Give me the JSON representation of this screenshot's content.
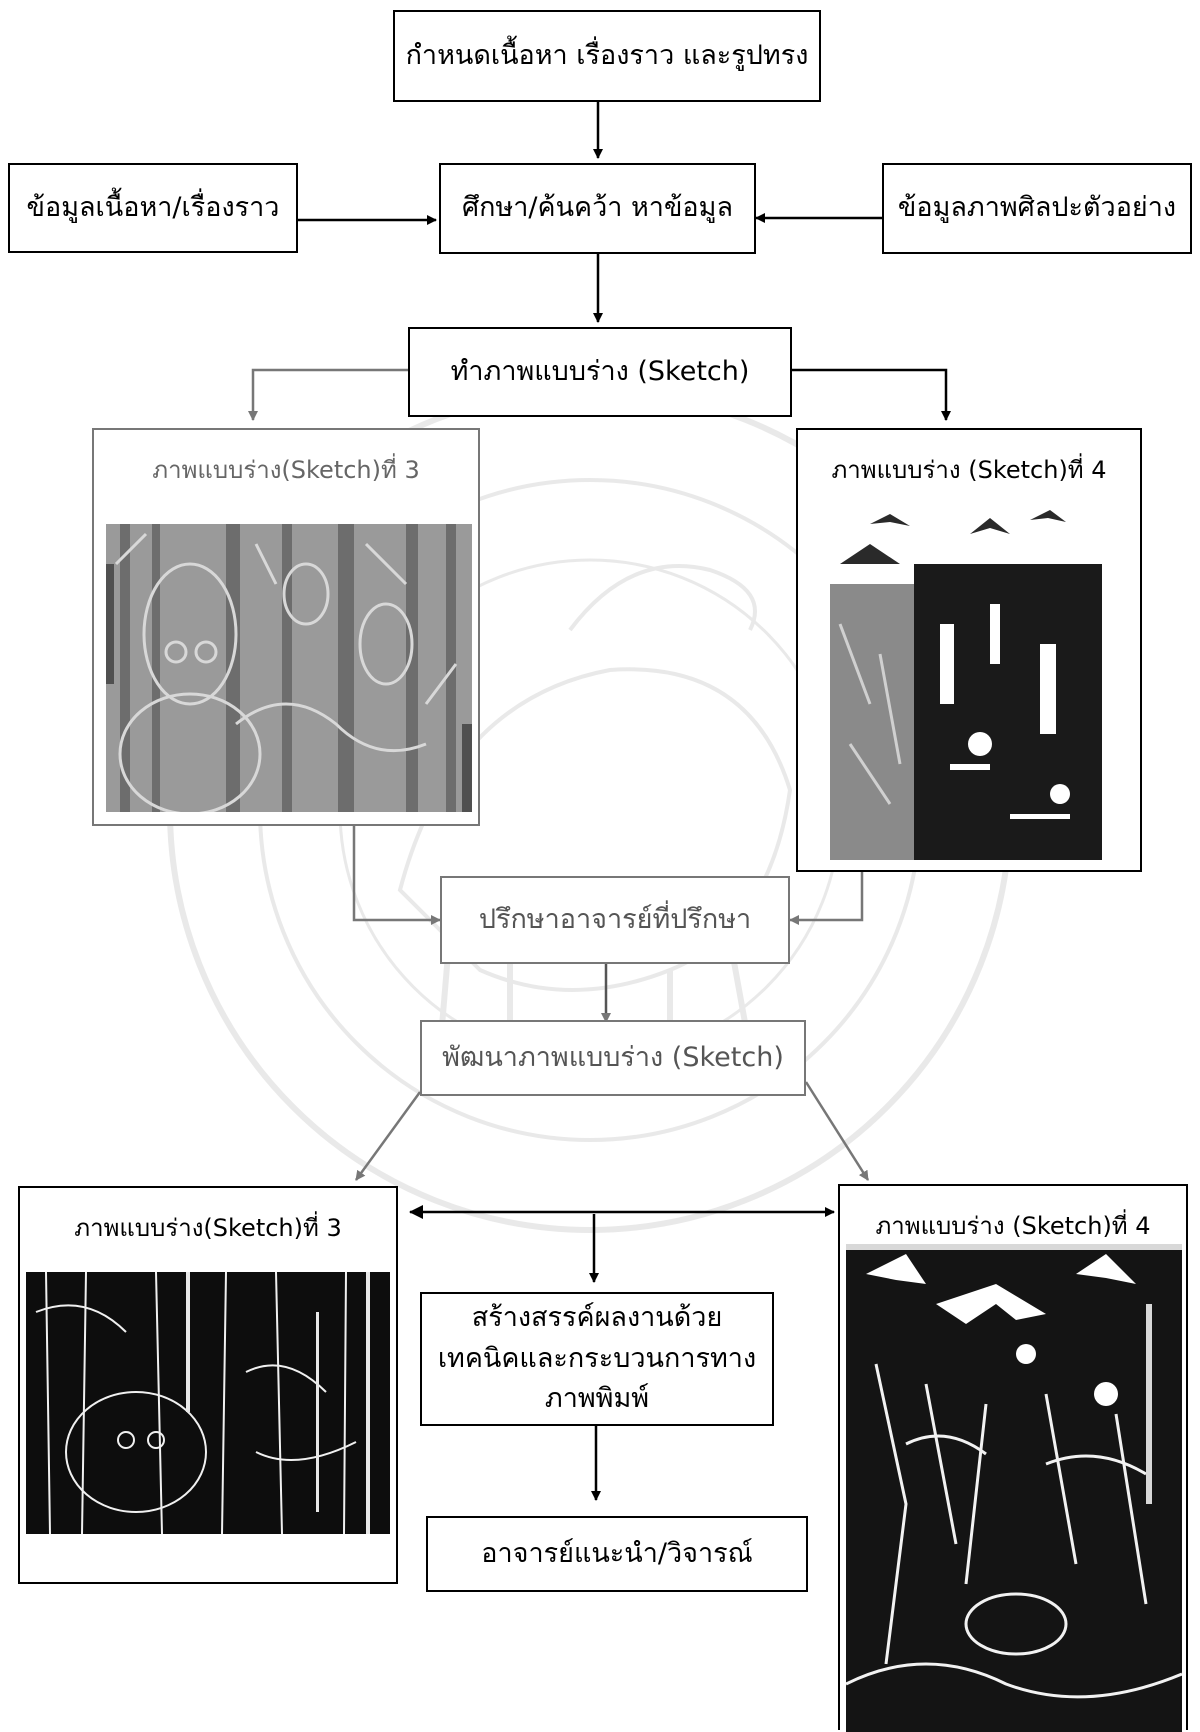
{
  "diagram": {
    "nodes": {
      "define": "กำหนดเนื้อหา เรื่องราว และรูปทรง",
      "content_info": "ข้อมูลเนื้อหา/เรื่องราว",
      "research": "ศึกษา/ค้นคว้า หาข้อมูล",
      "art_examples": "ข้อมูลภาพศิลปะตัวอย่าง",
      "sketch": "ทำภาพแบบร่าง (Sketch)",
      "consult": "ปรึกษาอาจารย์ที่ปรึกษา",
      "develop": "พัฒนาภาพแบบร่าง (Sketch)",
      "create": "สร้างสรรค์ผลงานด้วยเทคนิคและกระบวนการทางภาพพิมพ์",
      "review": "อาจารย์แนะนำ/วิจารณ์"
    },
    "panels": {
      "sketch3_top": "ภาพแบบร่าง(Sketch)ที่ 3",
      "sketch4_top": "ภาพแบบร่าง (Sketch)ที่ 4",
      "sketch3_bottom": "ภาพแบบร่าง(Sketch)ที่ 3",
      "sketch4_bottom": "ภาพแบบร่าง (Sketch)ที่ 4"
    }
  }
}
